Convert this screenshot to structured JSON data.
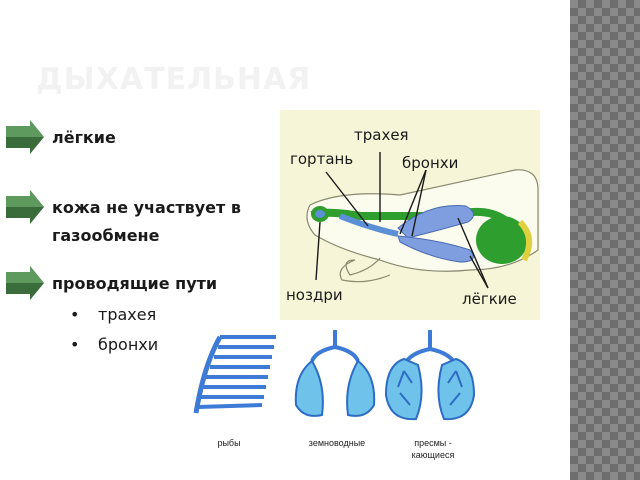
{
  "slide": {
    "title": "ДЫХАТЕЛЬНАЯ",
    "bullets": [
      {
        "label": "лёгкие"
      },
      {
        "label_line1": "кожа не участвует в",
        "label_line2": "газообмене"
      },
      {
        "label": "проводящие пути"
      }
    ],
    "sub_items": [
      "трахея",
      "бронхи"
    ]
  },
  "frog_diagram": {
    "labels": {
      "trachea": "трахея",
      "larynx": "гортань",
      "bronchi": "бронхи",
      "nostrils": "ноздри",
      "lungs": "лёгкие"
    }
  },
  "lungs_comparison": {
    "captions": {
      "fish": "рыбы",
      "amphibians": "земноводные",
      "reptiles_line1": "пресмы -",
      "reptiles_line2": "кающиеся"
    }
  },
  "colors": {
    "accent_arrow": "#3a6b3a",
    "organ_blue": "#5b8fd6",
    "body_green": "#2e9e2e",
    "panel_bg": "#f7f5d8"
  }
}
